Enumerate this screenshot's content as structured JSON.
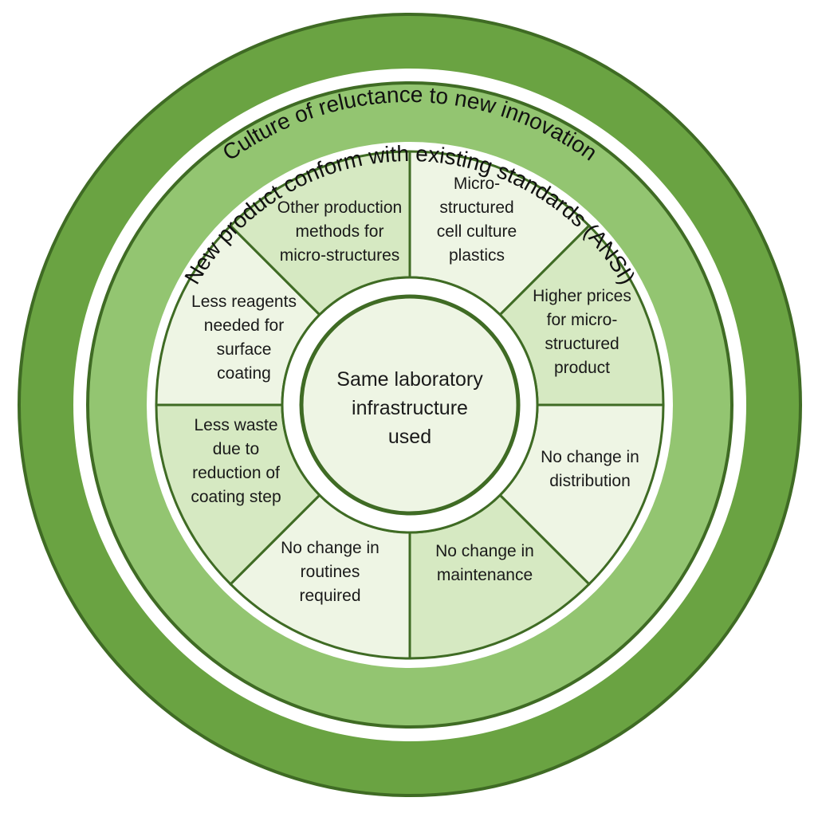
{
  "outer_ring": {
    "label": "Culture of reluctance to new innovation",
    "fill": "#6aa342",
    "stroke": "#3f6b24"
  },
  "middle_ring": {
    "label": "New product conform with existing standards (ANSI)",
    "fill": "#93c571",
    "stroke": "#3f6b24"
  },
  "segments": [
    {
      "lines": [
        "Micro-",
        "structured",
        "cell culture",
        "plastics"
      ],
      "fill": "#eef5e4"
    },
    {
      "lines": [
        "Higher prices",
        "for micro-",
        "structured",
        "product"
      ],
      "fill": "#d6e9c2"
    },
    {
      "lines": [
        "No change in",
        "distribution"
      ],
      "fill": "#eef5e4"
    },
    {
      "lines": [
        "No change in",
        "maintenance"
      ],
      "fill": "#d6e9c2"
    },
    {
      "lines": [
        "No change in",
        "routines",
        "required"
      ],
      "fill": "#eef5e4"
    },
    {
      "lines": [
        "Less waste",
        "due to",
        "reduction of",
        "coating step"
      ],
      "fill": "#d6e9c2"
    },
    {
      "lines": [
        "Less reagents",
        "needed for",
        "surface",
        "coating"
      ],
      "fill": "#eef5e4"
    },
    {
      "lines": [
        "Other production",
        "methods for",
        "micro-structures"
      ],
      "fill": "#d6e9c2"
    }
  ],
  "center": {
    "lines": [
      "Same laboratory",
      "infrastructure",
      "used"
    ],
    "fill": "#eef5e4"
  },
  "stroke_color": "#3f6b24"
}
